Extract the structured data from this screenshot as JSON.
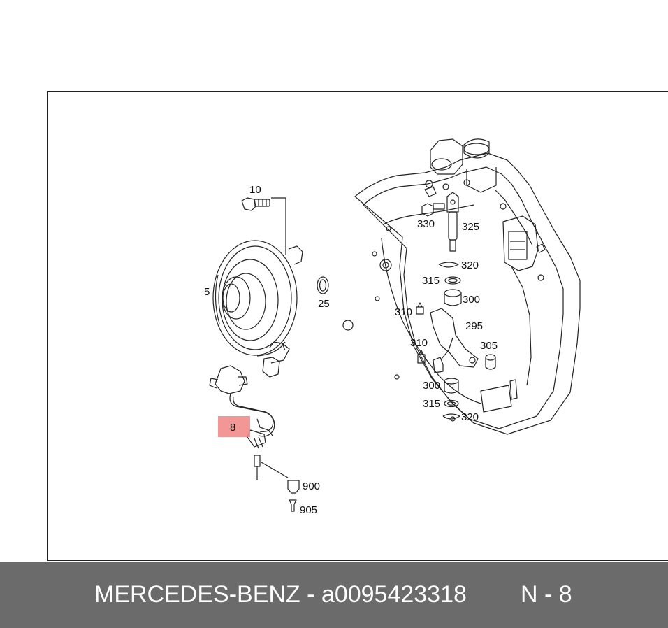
{
  "diagram": {
    "callouts": {
      "c10": "10",
      "c5": "5",
      "c25": "25",
      "c8": "8",
      "c900": "900",
      "c905": "905",
      "c330": "330",
      "c325": "325",
      "c320a": "320",
      "c315a": "315",
      "c300a": "300",
      "c310a": "310",
      "c295": "295",
      "c310b": "310",
      "c305": "305",
      "c300b": "300",
      "c315b": "315",
      "c320b": "320"
    },
    "highlight_color": "#f28b8b",
    "line_color": "#222222"
  },
  "footer": {
    "part_text": "MERCEDES-BENZ - a0095423318",
    "position_text": "N - 8",
    "background": "#6b6b6b"
  }
}
